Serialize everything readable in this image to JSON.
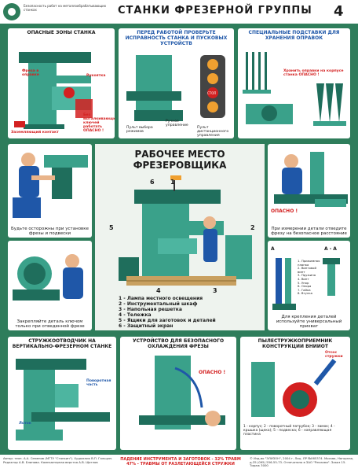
{
  "header": {
    "title": "СТАНКИ ФРЕЗЕРНОЙ ГРУППЫ",
    "number": "4",
    "publisher": "Безопасность работ на металлообрабатывающих станках"
  },
  "panels": {
    "danger_zones": {
      "caption": "ОПАСНЫЕ ЗОНЫ СТАНКА",
      "label_cutter": "Фреза в оправке",
      "label_handle": "Рукоятка",
      "label_guard": "Без выталкивающих ключей работать ОПАСНО !",
      "label_ground": "Заземляющий контакт"
    },
    "check": {
      "caption": "ПЕРЕД РАБОТОЙ ПРОВЕРЬТЕ ИСПРАВНОСТЬ СТАНКА И ПУСКОВЫХ УСТРОЙСТВ",
      "label_modes": "Пульт выбора режимов",
      "label_manual": "Ручное управление",
      "label_remote": "Пульт дистанционного управления",
      "label_stop": "СТОП"
    },
    "storage": {
      "caption": "СПЕЦИАЛЬНЫЕ ПОДСТАВКИ ДЛЯ ХРАНЕНИЯ ОПРАВОК",
      "label_warn": "Хранить оправки на корпусе станка ОПАСНО !"
    },
    "cutter_install": {
      "caption": "Будьте осторожны при установке фрезы и подвески"
    },
    "center": {
      "title_line1": "РАБОЧЕЕ МЕСТО",
      "title_line2": "ФРЕЗЕРОВЩИКА",
      "callouts": [
        "6",
        "1",
        "5",
        "2",
        "4",
        "3"
      ],
      "legend": [
        "1 - Лампа местного освещения",
        "2 - Инструментальный шкаф",
        "3 - Напольная решетка",
        "4 - Тележка",
        "5 - Ящики для заготовок и деталей",
        "6 - Защитный экран"
      ]
    },
    "measuring": {
      "caption": "При измерении детали отведите фрезу на безопасное расстояние",
      "warn": "ОПАСНО !"
    },
    "clamp": {
      "caption": "Закрепляйте деталь ключом только при отведенной фрезе"
    },
    "fixture": {
      "caption": "Для крепления деталей используйте универсальный прихват",
      "section_a": "А",
      "section_aa": "А - А",
      "parts": [
        "1. Прижимная планка",
        "2. Винтовой винт",
        "3. Пружина",
        "4. Винт",
        "5. Упор",
        "6. Опора",
        "7. Гайка",
        "8. Втулка"
      ]
    },
    "chip_guide": {
      "caption": "СТРУЖКООТВОДЧИК НА ВЕРТИКАЛЬНО-ФРЕЗЕРНОМ СТАНКЕ",
      "label_moving": "Поворотная часть",
      "label_tray": "Лоток"
    },
    "coolant": {
      "caption": "УСТРОЙСТВО ДЛЯ БЕЗОПАСНОГО ОХЛАЖДЕНИЯ ФРЕЗЫ",
      "warn": "ОПАСНО !"
    },
    "dust": {
      "caption": "ПЫЛЕСТРУЖКОПРИЕМНИК КОНСТРУКЦИИ ВНИИОТ",
      "label_out": "Отсос стружки",
      "legend": "1 - корпус; 2 - поворотный патрубок; 3 - замок; 4 - крышка (щека); 5 - подвеска; 6 - направляющая пластина"
    }
  },
  "footer": {
    "left": "Автор: техн. А.А. Семенов (МГТУ \"Станкин\"). Художник В.П. Гальцин. Редактор А.В. Блинова. Компьютерная верстка А.В. Щеглов",
    "center_line1": "ПАДЕНИЕ ИНСТРУМЕНТА И ЗАГОТОВОК - 32% ТРАВМ",
    "center_line2": "47% - ТРАВМЫ ОТ РАЗЛЕТАЮЩЕЙСЯ СТРУЖКИ",
    "right": "© Изд-во \"ЭЛИЗОН\", 2004 г. Лиц. ЛР №065374. Москва, Нагорная, д.35 (095) 556-55-73. Отпечатано в ЗАО \"Реклама\". Заказ 15. Тираж 3000"
  },
  "colors": {
    "background": "#2e7d5b",
    "panel": "#ffffff",
    "machine": "#3aa18a",
    "machine_dark": "#1f6e5c",
    "danger": "#d32020",
    "accent_blue": "#1f57a8"
  }
}
